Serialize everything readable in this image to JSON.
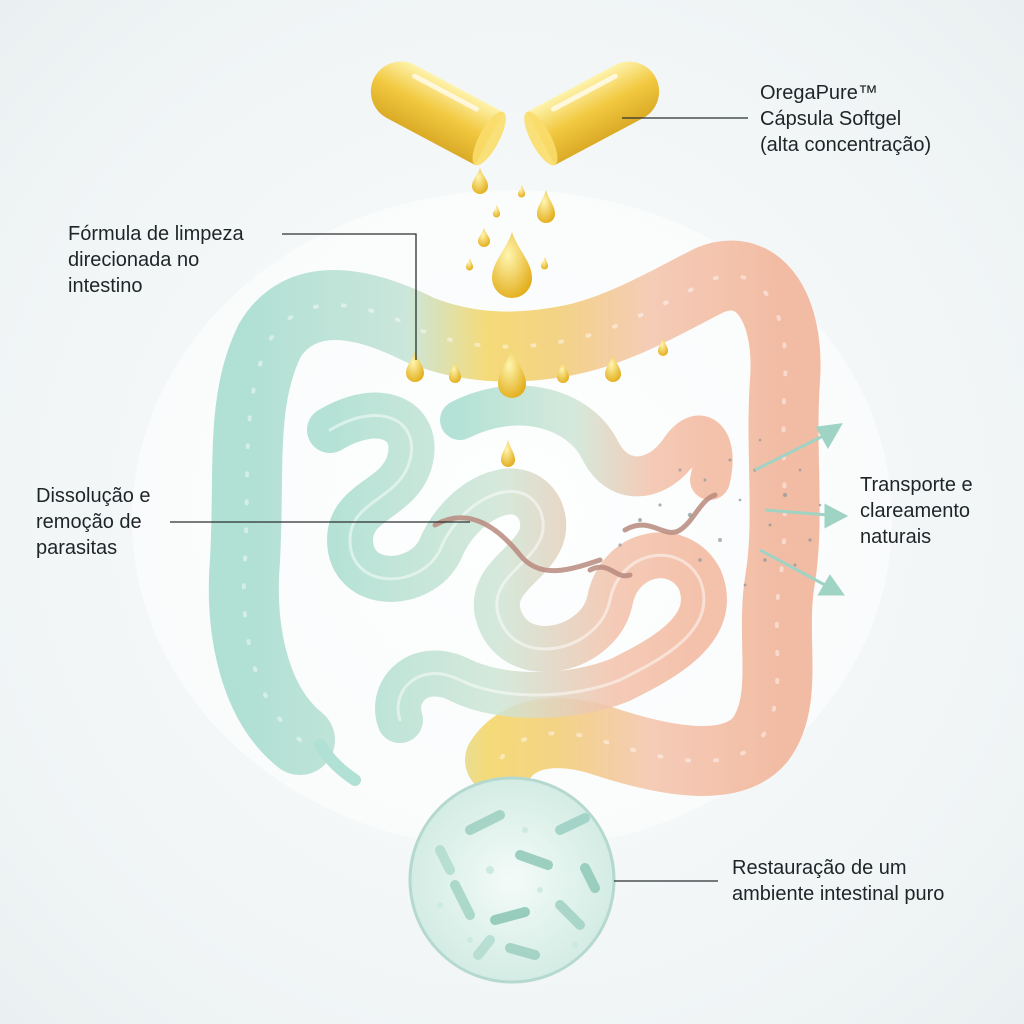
{
  "callouts": {
    "capsule": [
      "OregaPure™",
      "Cápsula Softgel",
      "(alta concentração)"
    ],
    "formula": [
      "Fórmula de limpeza",
      "direcionada no",
      "intestino"
    ],
    "parasites": [
      "Dissolução e",
      "remoção de",
      "parasitas"
    ],
    "transport": [
      "Transporte e",
      "clareamento",
      "naturais"
    ],
    "restore": [
      "Restauração de um",
      "ambiente intestinal puro"
    ]
  },
  "colors": {
    "capsule_gold": "#f2c531",
    "gut_mint": "#a9ded0",
    "gut_peach": "#f3b79c",
    "arrow_mint": "#9fd3c4",
    "leader_line": "#2a2f31",
    "worm": "#b98a7e"
  },
  "icons": [
    "softgel-capsule-icon",
    "oil-drop-icon",
    "intestine-illustration",
    "parasite-worm-icon",
    "arrow-icon",
    "bacteria-magnifier-icon"
  ]
}
